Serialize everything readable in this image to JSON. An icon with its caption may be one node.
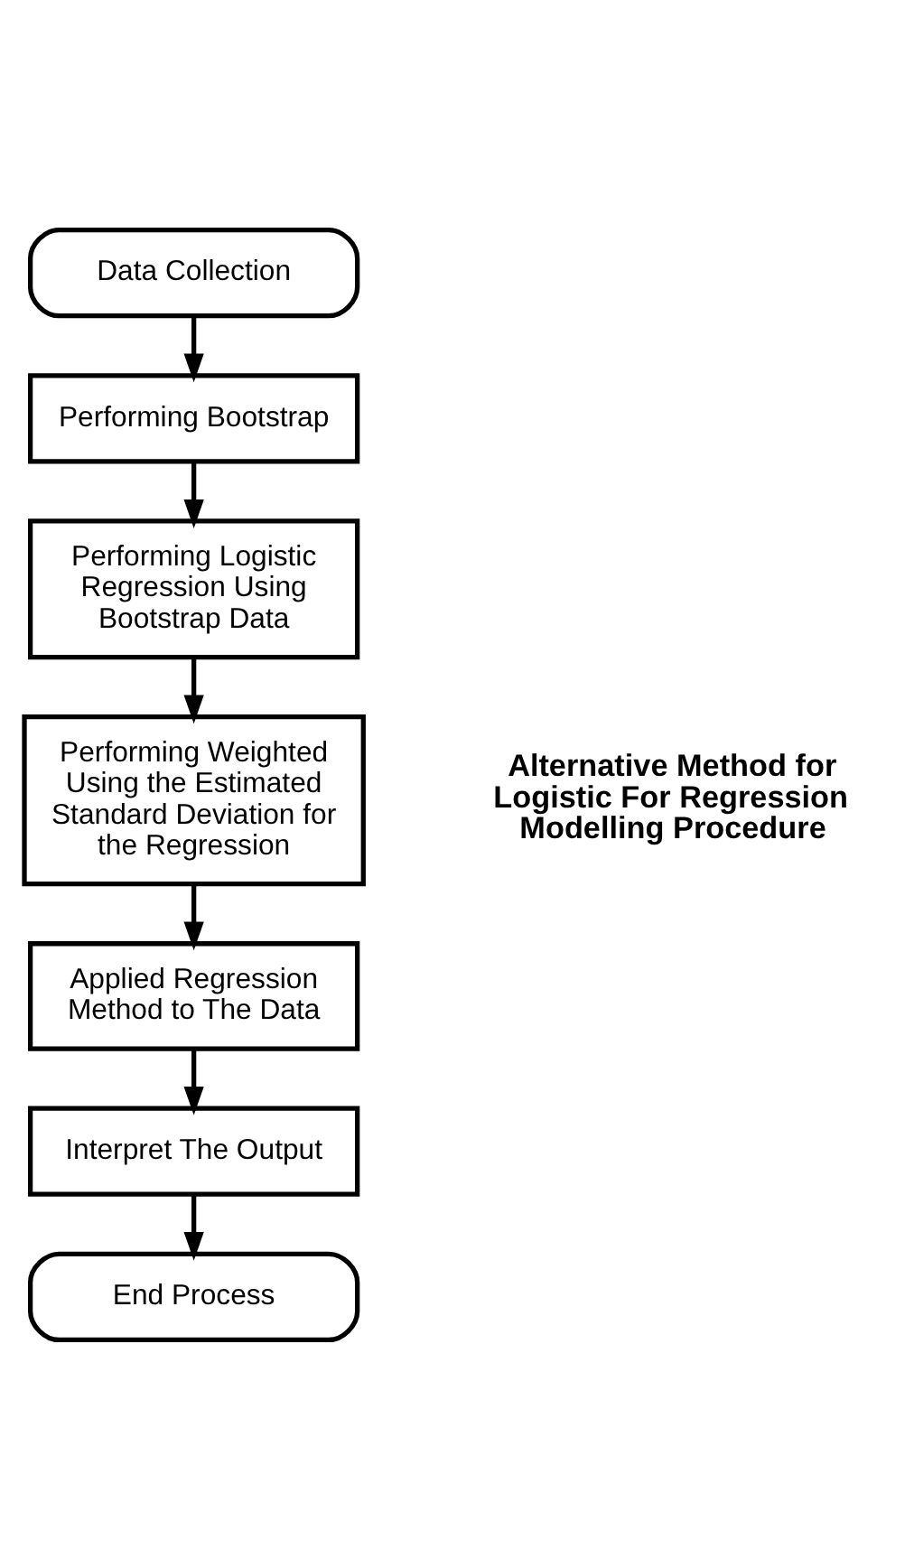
{
  "diagram": {
    "nodes": [
      {
        "text": [
          "Data Collection"
        ]
      },
      {
        "text": [
          "Performing Bootstrap"
        ]
      },
      {
        "text": [
          "Performing Logistic Regression Using Bootstrap Data"
        ]
      },
      {
        "text": [
          "Performing Weighted Using the Estimated Standard Deviation for the Regression"
        ]
      },
      {
        "text": [
          "Applied Regression Method to The Data"
        ]
      },
      {
        "text": [
          "Interpret The Output"
        ]
      },
      {
        "text": [
          "End Process"
        ]
      }
    ],
    "edges": [
      {
        "from": 0,
        "to": 1,
        "arrow": "to"
      },
      {
        "from": 1,
        "to": 2,
        "arrow": "to"
      },
      {
        "from": 2,
        "to": 3,
        "arrow": "to"
      },
      {
        "from": 3,
        "to": 4,
        "arrow": "to"
      },
      {
        "from": 4,
        "to": 5,
        "arrow": "to"
      },
      {
        "from": 5,
        "to": 6,
        "arrow": "to"
      }
    ],
    "labels": [
      "Alternative Method for Logistic For Regression Modelling Procedure"
    ]
  }
}
